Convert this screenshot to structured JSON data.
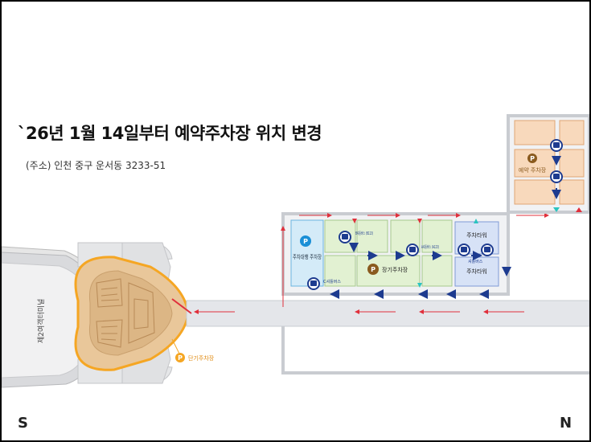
{
  "notice": {
    "title": "`26년 1월 14일부터 예약주차장 위치 변경",
    "address": "(주소) 인천 중구 운서동 3233-51"
  },
  "compass": {
    "south": "S",
    "north": "N"
  },
  "map": {
    "terminal_label": "제2여객터미널",
    "p_symbol": "P",
    "short_term_parking": "단기주차장",
    "reserved_parking": "예약 주차장",
    "valet_parking": "주차대행 주차장",
    "long_term_parking": "장기주차장",
    "parking_tower_upper": "주차타워",
    "parking_tower_lower": "주차타워",
    "shuttle_b": "B셔틀버스 (B113)",
    "shuttle_a": "A셔틀버스 (A123)",
    "shuttle_c": "C셔틀버스",
    "shuttle_plain": "셔틀버스"
  },
  "colors": {
    "road": "#e4e6ea",
    "road_edge": "#c9ccd1",
    "reserved_lot": "#f8d9bc",
    "long_term_lot": "#e2f1d2",
    "valet_lot": "#d4ebf8",
    "tower_lot": "#d7e2f6",
    "terminal_core": "#e9c79a",
    "orange_accent": "#f5a623",
    "navy": "#1d3b8f",
    "red_arrow": "#e0303c",
    "teal_marker": "#2bc4c0"
  }
}
